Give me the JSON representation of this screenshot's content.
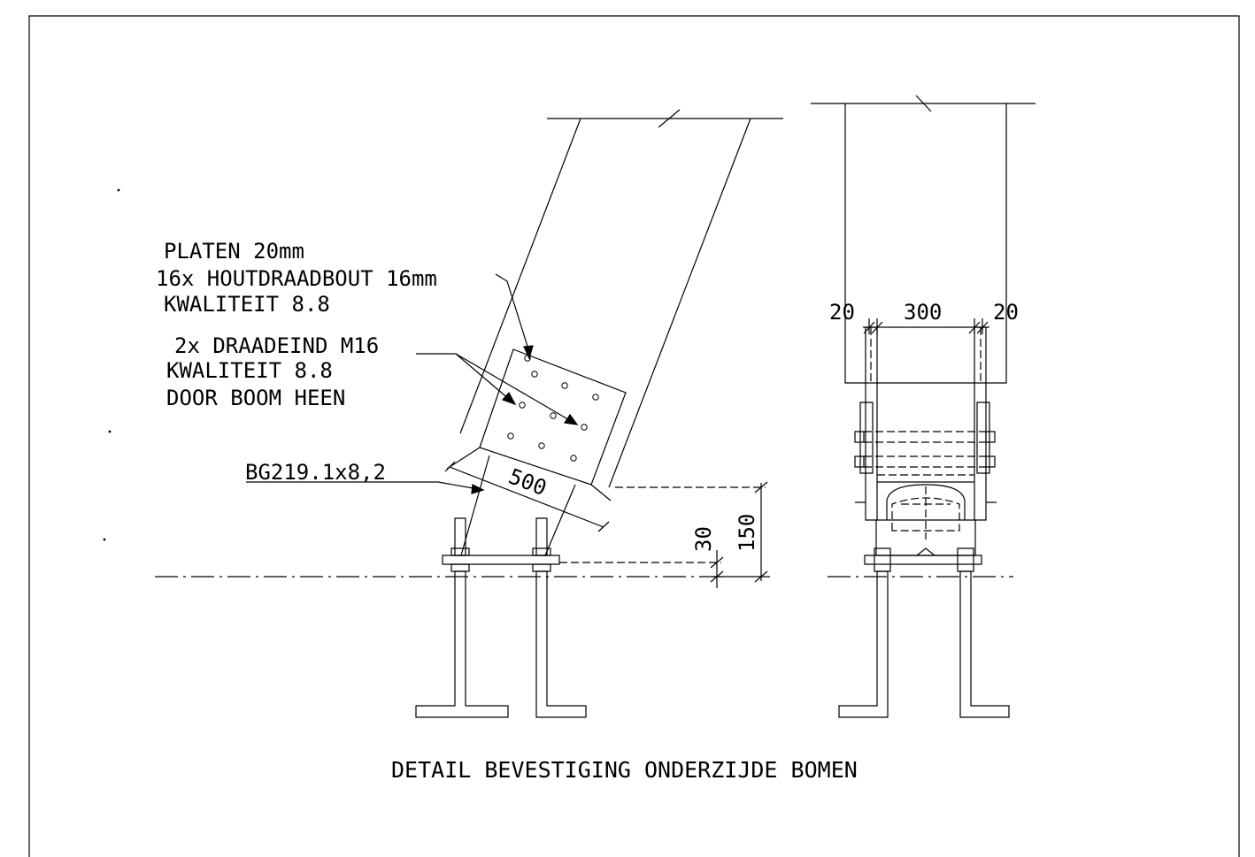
{
  "drawing": {
    "title": "DETAIL BEVESTIGING ONDERZIJDE BOMEN",
    "annotations": {
      "plates": [
        "PLATEN 20mm",
        "16x HOUTDRAADBOUT 16mm",
        "KWALITEIT 8.8"
      ],
      "threaded_rods": [
        "2x DRAADEIND M16",
        "KWALITEIT 8.8",
        "DOOR BOOM HEEN"
      ],
      "tube": "BG219.1x8,2"
    },
    "dimensions": {
      "length_side": "500",
      "offset_small": "30",
      "offset_large": "150",
      "plate_left": "20",
      "gap_middle": "300",
      "plate_right": "20"
    }
  }
}
